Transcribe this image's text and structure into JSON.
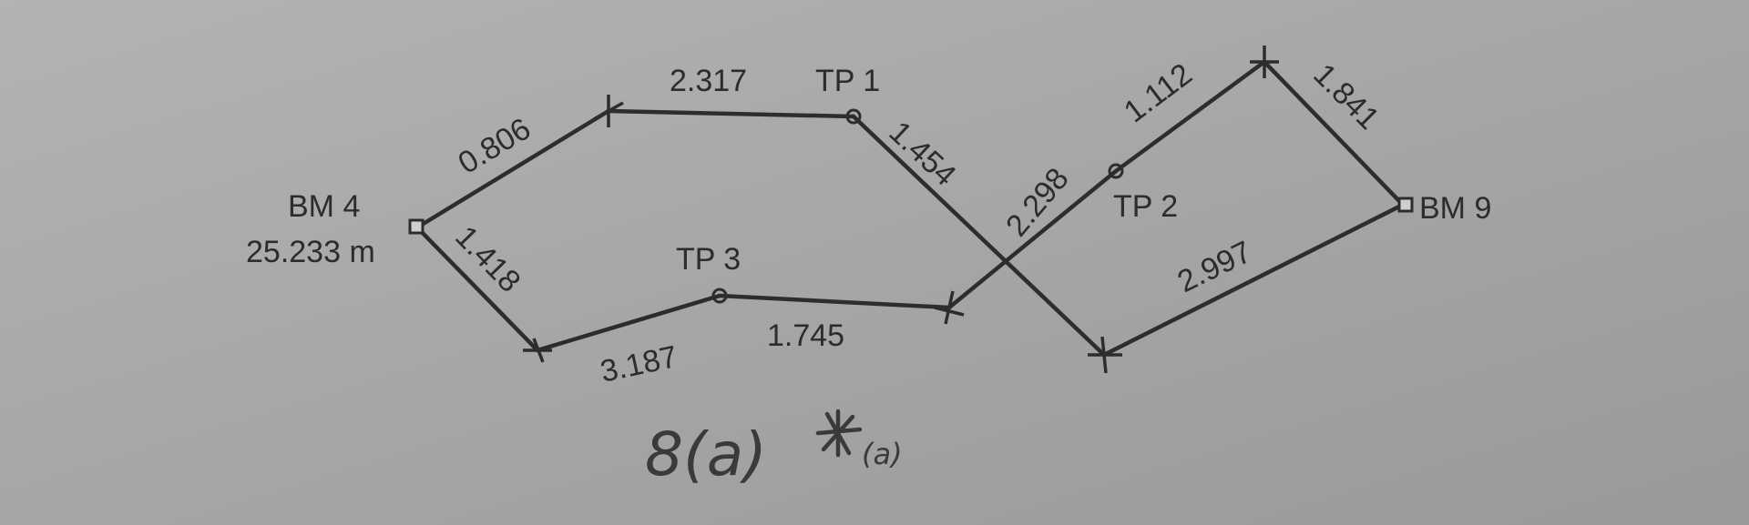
{
  "diagram": {
    "stations": {
      "bm4": {
        "name": "BM 4",
        "elevation": "25.233 m"
      },
      "tp1": {
        "name": "TP 1"
      },
      "tp2": {
        "name": "TP 2"
      },
      "tp3": {
        "name": "TP 3"
      },
      "bm9": {
        "name": "BM 9"
      }
    },
    "readings": {
      "bm4_turn_a": "0.806",
      "turn_a_tp1": "2.317",
      "tp1_turn_d": "1.454",
      "bm4_turn_b": "1.418",
      "turn_b_tp3": "3.187",
      "tp3_turn_c": "1.745",
      "turn_c_tp2": "2.298",
      "tp2_turn_e": "1.112",
      "turn_e_bm9": "1.841",
      "turn_d_bm9": "2.997"
    },
    "annotation": {
      "problem": "8(a)",
      "star_note": "(a)"
    }
  }
}
